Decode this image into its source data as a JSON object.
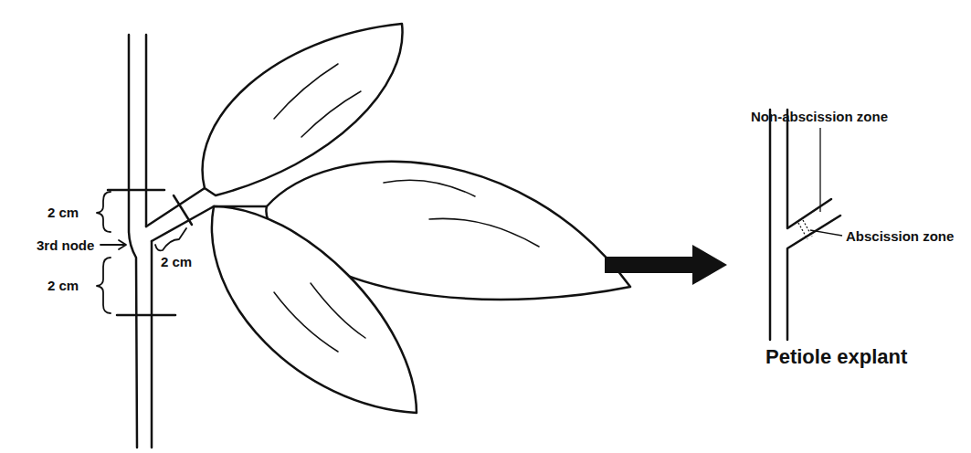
{
  "diagram": {
    "labels": [
      "2 cm",
      "3rd node",
      "2 cm",
      "2 cm",
      "Non-abscission zone",
      "Abscission zone",
      "Petiole explant"
    ]
  }
}
